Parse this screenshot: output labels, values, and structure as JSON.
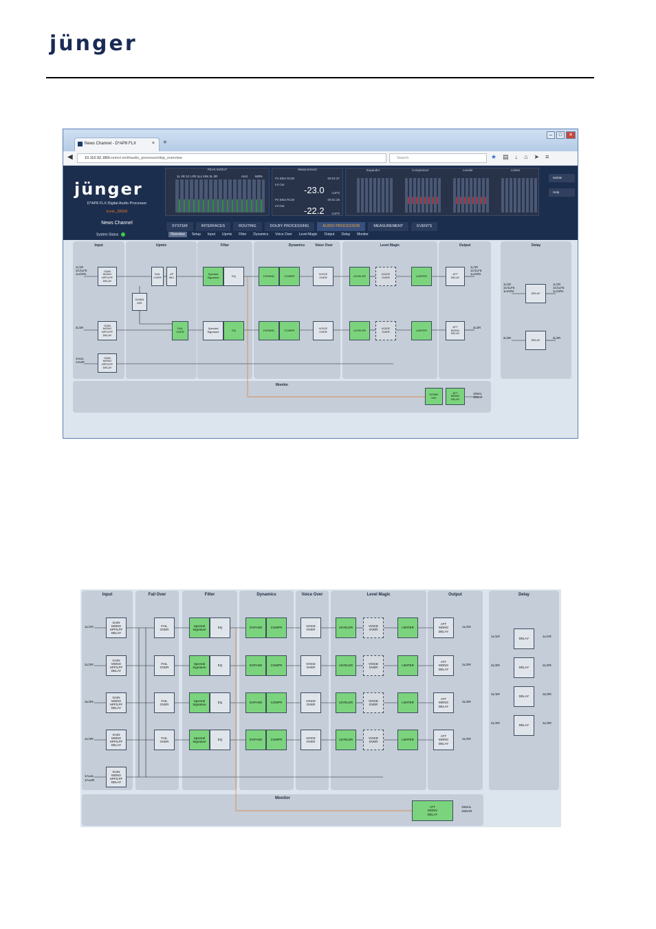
{
  "header": {
    "logo_text": "jünger"
  },
  "browser": {
    "tab_title": "News Channel - D*AP8 FLX",
    "tab_close": "×",
    "new_tab": "+",
    "url_host": "10.110.92.180",
    "url_path": "/control.xml#audio_processor/dsp_overview",
    "search_placeholder": "Search"
  },
  "app": {
    "brand": "jünger",
    "product": "D*AP8 FLX Digital Audio Processor",
    "trunk": "trunk_28608",
    "channel": "News Channel",
    "side_buttons": [
      "Mobile",
      "Help"
    ],
    "meters": {
      "peak_title": "PEAK IN/OUT",
      "peak_labels": "1L  1R  1C  LFE  1Ls  1Rs  2L  2R",
      "aux_label": "AUX",
      "mon_label": "MON",
      "measurement_title": "Measurement",
      "p1_label": "P1 EBU R128",
      "p1_time": "00:01:37",
      "p1_io": "Int Out",
      "p1_value": "-23.0",
      "p2_label": "P2 EBU R128",
      "p2_time": "00:01:25",
      "p2_io": "Int Out",
      "p2_value": "-22.2",
      "unit": "LUFS",
      "dyn_headers": [
        "Expander",
        "Compressor",
        "Leveler",
        "Limiter"
      ]
    },
    "menu": [
      {
        "label": "SYSTEM"
      },
      {
        "label": "INTERFACES"
      },
      {
        "label": "ROUTING"
      },
      {
        "label": "DOLBY PROCESSING"
      },
      {
        "label": "AUDIO PROCESSOR",
        "active": true
      },
      {
        "label": "MEASUREMENT"
      },
      {
        "label": "EVENTS"
      }
    ],
    "system_status": "System Status",
    "submenu": [
      "Overview",
      "Setup",
      "Input",
      "Upmix",
      "Filter",
      "Dynamics",
      "Voice Over",
      "Level Magic",
      "Output",
      "Delay",
      "Monitor"
    ]
  },
  "diagram1": {
    "sections": [
      "Input",
      "Upmix",
      "Filter",
      "Dynamics",
      "Voice Over",
      "Level Magic",
      "Output",
      "Delay",
      "Monitor"
    ],
    "labels": {
      "in1": "1L/1R\n1C/1LFE\n1Ls/1Rs",
      "in2": "2L/2R",
      "in3": "1AuxL\n1AuxR",
      "out1": "1L/1R\n1C/1LFE\n1Ls/1Rs",
      "out2": "2L/2R",
      "d_in1": "1L/1R\n1C/1LFE\n1Ls/1Rs",
      "d_out1": "1L/1R\n1C/1LFE\n1Ls/1Rs",
      "d_in2": "2L/2R",
      "d_out2": "2L/2R",
      "mon_out": "1MonL\n1MonR"
    },
    "blocks": {
      "gain": "GAIN\nMONO\nHPF/LPF\nDELAY",
      "failover": "FAIL\nOVER",
      "upmix": "UP\nMIX",
      "downmix": "DOWN\nMIX",
      "spectral": "Spectral\nSignature",
      "eq": "EQ",
      "expand": "EXPAND",
      "compr": "COMPR",
      "voiceover": "VOICE\nOVER",
      "leveler": "LEVELER",
      "limiter": "LIMITER",
      "att": "ATT\nDELAY",
      "att_mono": "ATT\nMONO\nDELAY",
      "delay": "DELAY"
    }
  },
  "diagram2": {
    "sections": [
      "Input",
      "Fail Over",
      "Filter",
      "Dynamics",
      "Voice Over",
      "Level Magic",
      "Output",
      "Delay",
      "Monitor"
    ],
    "inputs": [
      "1L/1R",
      "2L/2R",
      "3L/3R",
      "4L/4R"
    ],
    "outputs": [
      "1L/1R",
      "2L/2R",
      "3L/3R",
      "4L/4R"
    ],
    "aux_in": "1AuxL\n1AuxR",
    "delay_in": [
      "1L/1R",
      "2L/2R",
      "3L/3R",
      "4L/4R"
    ],
    "delay_out": [
      "1L/1R",
      "2L/2R",
      "3L/3R",
      "4L/4R"
    ],
    "mon_out": "1MonL\n1MonR"
  }
}
